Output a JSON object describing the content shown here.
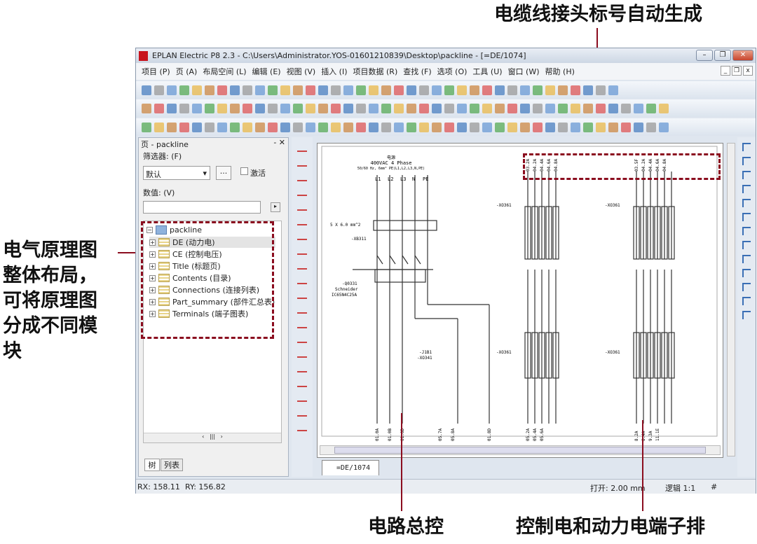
{
  "annotations": {
    "top": "电缆线接头标号自动生成",
    "left": [
      "电气原理图",
      "整体布局，",
      "可将原理图",
      "分成不同模",
      "块"
    ],
    "bottom_left": "电路总控",
    "bottom_right": "控制电和动力电端子排"
  },
  "window": {
    "title": "EPLAN Electric P8 2.3 - C:\\Users\\Administrator.YOS-01601210839\\Desktop\\packline - [=DE/1074]"
  },
  "menu": [
    "项目 (P)",
    "页 (A)",
    "布局空间 (L)",
    "编辑 (E)",
    "视图 (V)",
    "插入 (I)",
    "项目数据 (R)",
    "查找 (F)",
    "选项 (O)",
    "工具 (U)",
    "窗口 (W)",
    "帮助 (H)"
  ],
  "panel": {
    "title": "页 - packline",
    "filter_label": "筛选器: (F)",
    "filter_value": "默认",
    "more": "...",
    "activate": "激活",
    "value_label": "数值: (V)",
    "value": "",
    "root": "packline",
    "nodes": [
      "DE (动力电)",
      "CE (控制电压)",
      "Title (标题页)",
      "Contents (目录)",
      "Connections (连接列表)",
      "Part_summary (部件汇总表)",
      "Terminals (端子图表)"
    ],
    "tabs": [
      "树",
      "列表"
    ]
  },
  "doc_tab": "=DE/1074",
  "schematic": {
    "supply": [
      "电源",
      "400VAC  4 Phase",
      "50/60 Hz, 6mm²  PE(L1,L2,L3,N,PE)"
    ],
    "phases": [
      "L1",
      "L2",
      "L3",
      "N",
      "PE"
    ],
    "cable": "5 X 6.0 mm^2",
    "xb": "-XB311",
    "breaker": [
      "-Q0331",
      "Schneider",
      "IC65N4C25A"
    ],
    "relay": [
      "-J1B1",
      "-XO341"
    ],
    "terminal1": "-XO361",
    "terminal2": "-XO361",
    "bottom_refs": [
      "01.0A",
      "01.0B",
      "01.0D",
      "05.7A",
      "05.8A",
      "01.8D"
    ],
    "tr_refs1": [
      "05.2A",
      "05.4A",
      "05.6A"
    ],
    "tr_refs2": [
      "8.2A",
      "8.4A",
      "9.3A",
      "11.1E"
    ],
    "top_refs1": [
      "03.2A",
      "04.2A",
      "04.4A",
      "04.6A",
      "04.8A"
    ],
    "top_refs2": [
      "03.5F",
      "04.2A",
      "04.4A",
      "04.6A",
      "04.8A"
    ]
  },
  "status": {
    "rx": "RX: 158.11",
    "ry": "RY: 156.82",
    "open": "打开: 2.00 mm",
    "logic": "逻辑 1:1",
    "hash": "#"
  },
  "colors": {
    "accent": "#8b0d1f",
    "logo": "#c8141e"
  }
}
